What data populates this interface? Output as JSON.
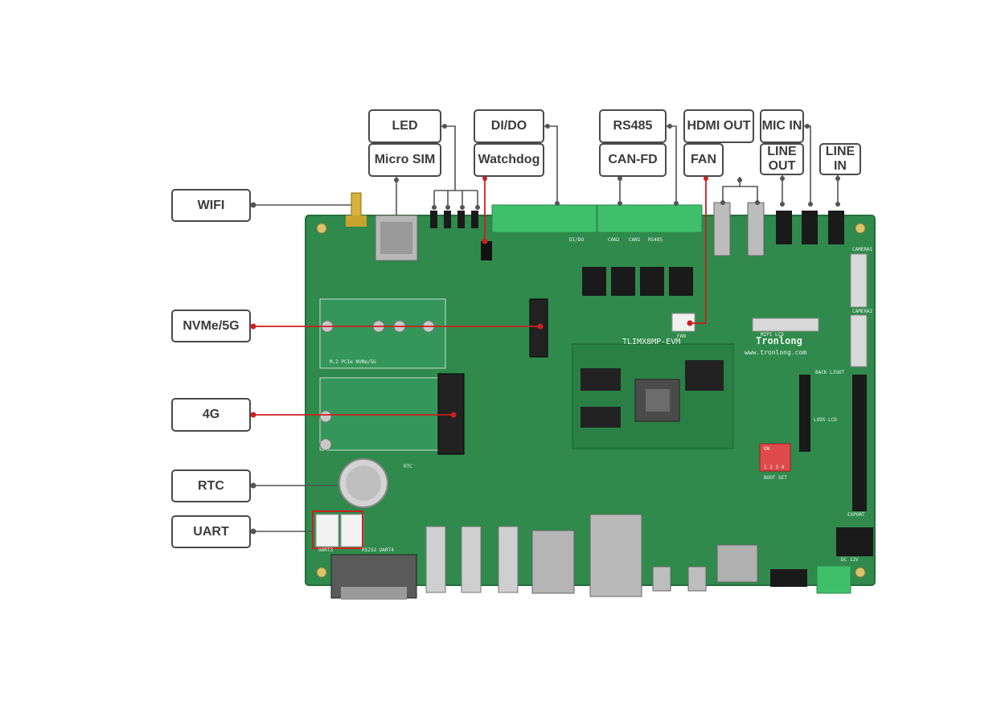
{
  "labels": {
    "led": "LED",
    "micro_sim": "Micro SIM",
    "di_do": "DI/DO",
    "watchdog": "Watchdog",
    "rs485": "RS485",
    "can_fd": "CAN-FD",
    "hdmi_out": "HDMI OUT",
    "fan": "FAN",
    "mic_in": "MIC IN",
    "line_out": "LINE\nOUT",
    "line_in": "LINE\nIN",
    "wifi": "WIFI",
    "nvme_5g": "NVMe/5G",
    "g4": "4G",
    "rtc": "RTC",
    "uart": "UART"
  },
  "board": {
    "model": "TLIMX8MP-EVM",
    "brand": "Tronlong",
    "website": "www.tronlong.com",
    "silk_pcie": "M.2 PCIe NVMe/5G",
    "silk_camera1": "CAMERA1",
    "silk_camera2": "CAMERA2",
    "silk_mipi_lcd": "MIPI LCD",
    "silk_lvds_lcd": "LVDS LCD",
    "silk_boot_set": "BOOT SET",
    "silk_rs232_uart4": "RS232 UART4",
    "silk_uart3": "UART3",
    "silk_dc12v": "DC 12V",
    "silk_on": "ON",
    "silk_dip": "1 2 3 4",
    "silk_fan": "FAN",
    "silk_rtc": "RTC",
    "silk_di_do": "DI/DO",
    "silk_can2": "CAN2",
    "silk_can1": "CAN1",
    "silk_rs485": "RS485",
    "silk_back_light": "BACK LIGHT",
    "silk_export": "EXPORT"
  },
  "colors": {
    "pcb": "#2f8a4c",
    "pcb_dark": "#246e3b",
    "terminal": "#3fbf6a",
    "leader_red": "#cc1f1f",
    "leader_gray": "#555555",
    "label_border": "#4a4a4a"
  }
}
